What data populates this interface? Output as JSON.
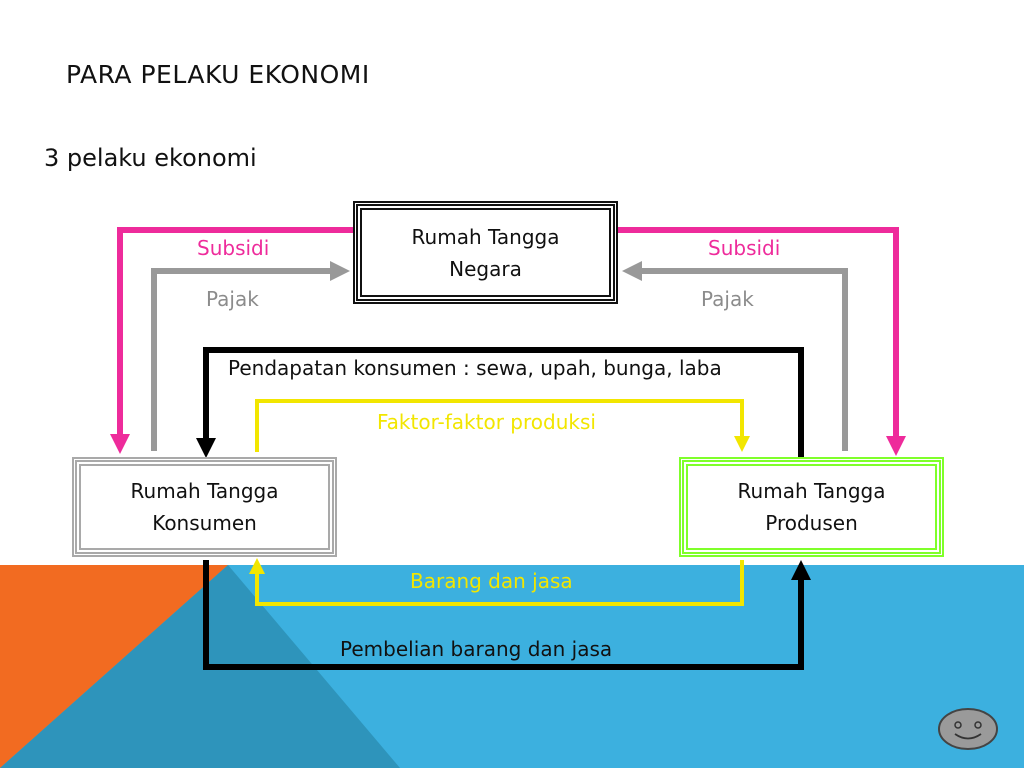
{
  "title": "PARA PELAKU EKONOMI",
  "subtitle": "3 pelaku ekonomi",
  "nodes": {
    "negara": {
      "line1": "Rumah Tangga",
      "line2": "Negara"
    },
    "konsumen": {
      "line1": "Rumah Tangga",
      "line2": "Konsumen"
    },
    "produsen": {
      "line1": "Rumah Tangga",
      "line2": "Produsen"
    }
  },
  "flows": {
    "subsidi_left": "Subsidi",
    "subsidi_right": "Subsidi",
    "pajak_left": "Pajak",
    "pajak_right": "Pajak",
    "pendapatan": "Pendapatan konsumen : sewa, upah, bunga, laba",
    "faktor": "Faktor-faktor produksi",
    "barang": "Barang dan jasa",
    "pembelian": "Pembelian barang dan jasa"
  },
  "colors": {
    "subsidi": "#ee2b9b",
    "pajak": "#999999",
    "money": "#000000",
    "goods": "#f2e600",
    "background_orange": "#f26b21",
    "background_blue": "#3fb0df"
  },
  "decor": {
    "smiley_icon": "smiley-face-icon"
  }
}
